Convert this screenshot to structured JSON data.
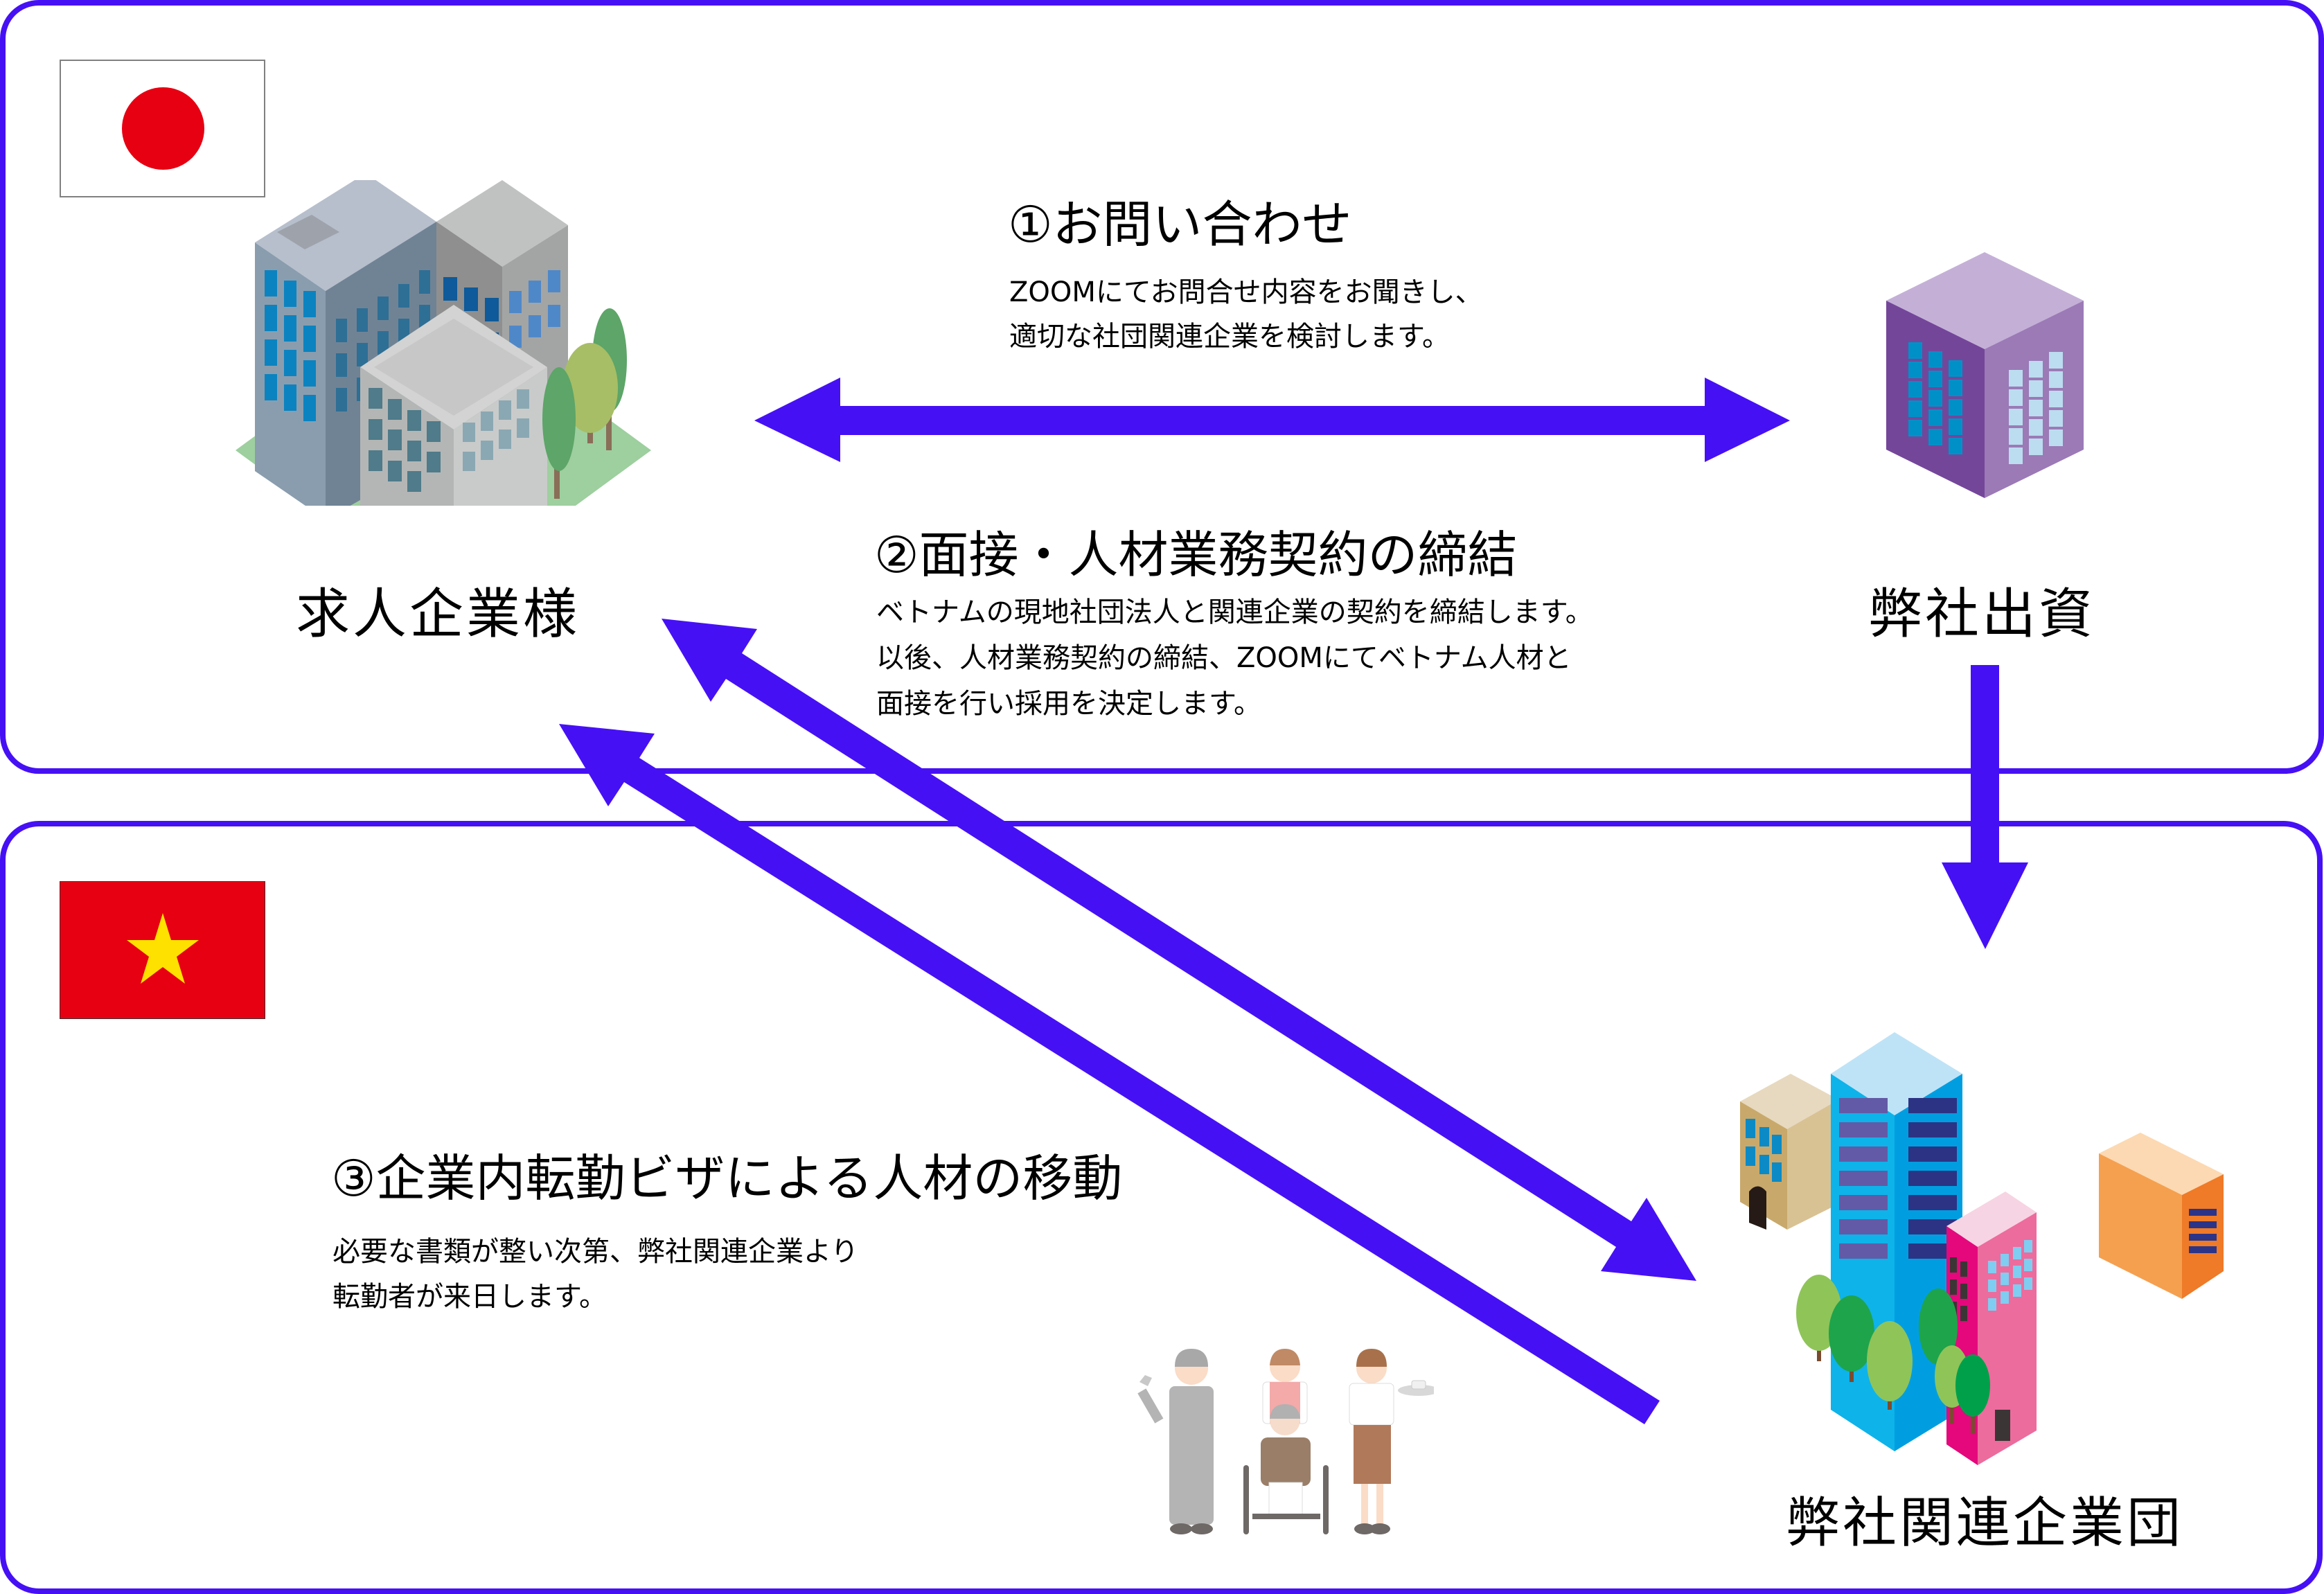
{
  "colors": {
    "frame": "#4610f5",
    "arrow": "#4610f5",
    "flag_red": "#e60012",
    "flag_star": "#ffe100"
  },
  "regions": {
    "japan": {
      "flag_icon": "japan-flag-icon"
    },
    "vietnam": {
      "flag_icon": "vietnam-flag-icon"
    }
  },
  "entities": {
    "client_company": {
      "label": "求人企業様",
      "icon": "office-buildings-icon"
    },
    "our_investment": {
      "label": "弊社出資",
      "icon": "purple-building-icon"
    },
    "affiliate_group": {
      "label": "弊社関連企業団",
      "icon": "colorful-buildings-icon"
    },
    "workers": {
      "icon": "workers-group-icon"
    }
  },
  "steps": [
    {
      "title": "①お問い合わせ",
      "lines": [
        "ZOOMにてお問合せ内容をお聞きし、",
        "適切な社団関連企業を検討します。"
      ]
    },
    {
      "title": "②面接・人材業務契約の締結",
      "lines": [
        "ベトナムの現地社団法人と関連企業の契約を締結します。",
        "以後、人材業務契約の締結、ZOOMにてベトナム人材と",
        "面接を行い採用を決定します。"
      ]
    },
    {
      "title": "③企業内転勤ビザによる人材の移動",
      "lines": [
        "必要な書類が整い次第、弊社関連企業より",
        "転勤者が来日します。"
      ]
    }
  ],
  "flows": [
    {
      "name": "inquiry-arrow",
      "from": "求人企業様",
      "to": "弊社出資",
      "direction": "bidirectional"
    },
    {
      "name": "investment-arrow",
      "from": "弊社出資",
      "to": "弊社関連企業団",
      "direction": "one-way"
    },
    {
      "name": "contract-arrow",
      "from": "求人企業様",
      "to": "弊社関連企業団",
      "direction": "bidirectional"
    },
    {
      "name": "transfer-arrow",
      "from": "弊社関連企業団",
      "to": "求人企業様",
      "direction": "one-way"
    }
  ]
}
